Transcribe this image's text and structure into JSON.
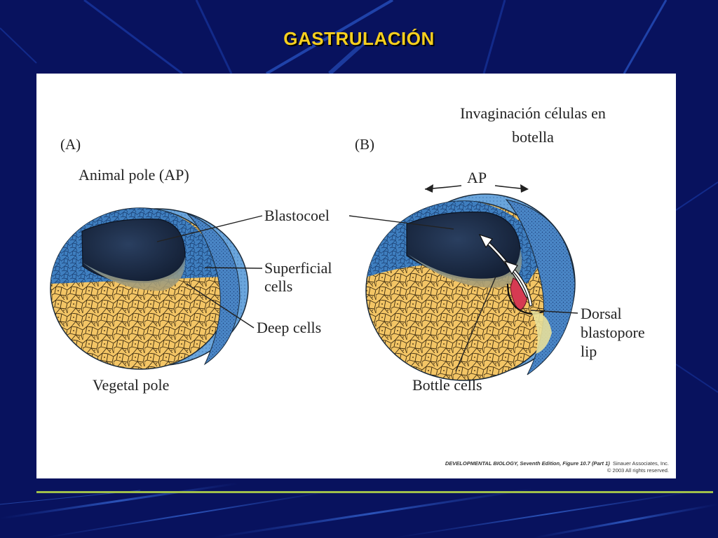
{
  "slide": {
    "title": "GASTRULACIÓN"
  },
  "figure": {
    "subtitle_line1": "Invaginación células en",
    "subtitle_line2": "botella",
    "panel_a": {
      "letter": "(A)",
      "animal_pole": "Animal pole (AP)",
      "blastocoel": "Blastocoel",
      "superficial_cells_1": "Superficial",
      "superficial_cells_2": "cells",
      "deep_cells": "Deep cells",
      "vegetal_pole": "Vegetal pole"
    },
    "panel_b": {
      "letter": "(B)",
      "ap": "AP",
      "dorsal_lip_1": "Dorsal",
      "dorsal_lip_2": "blastopore",
      "dorsal_lip_3": "lip",
      "bottle_cells": "Bottle cells"
    },
    "caption_line1_book": "DEVELOPMENTAL BIOLOGY, Seventh Edition, Figure 10.7 (Part 1)",
    "caption_line1_pub": "Sinauer Associates, Inc.",
    "caption_line2": "© 2003 All rights reserved."
  },
  "colors": {
    "background": "#08125e",
    "title": "#f6cf1e",
    "blue_cells": "#3f7fc0",
    "yellow_cells": "#f2c462",
    "blastocoel": "#1a2a44",
    "bottle_cells": "#d63a52"
  }
}
